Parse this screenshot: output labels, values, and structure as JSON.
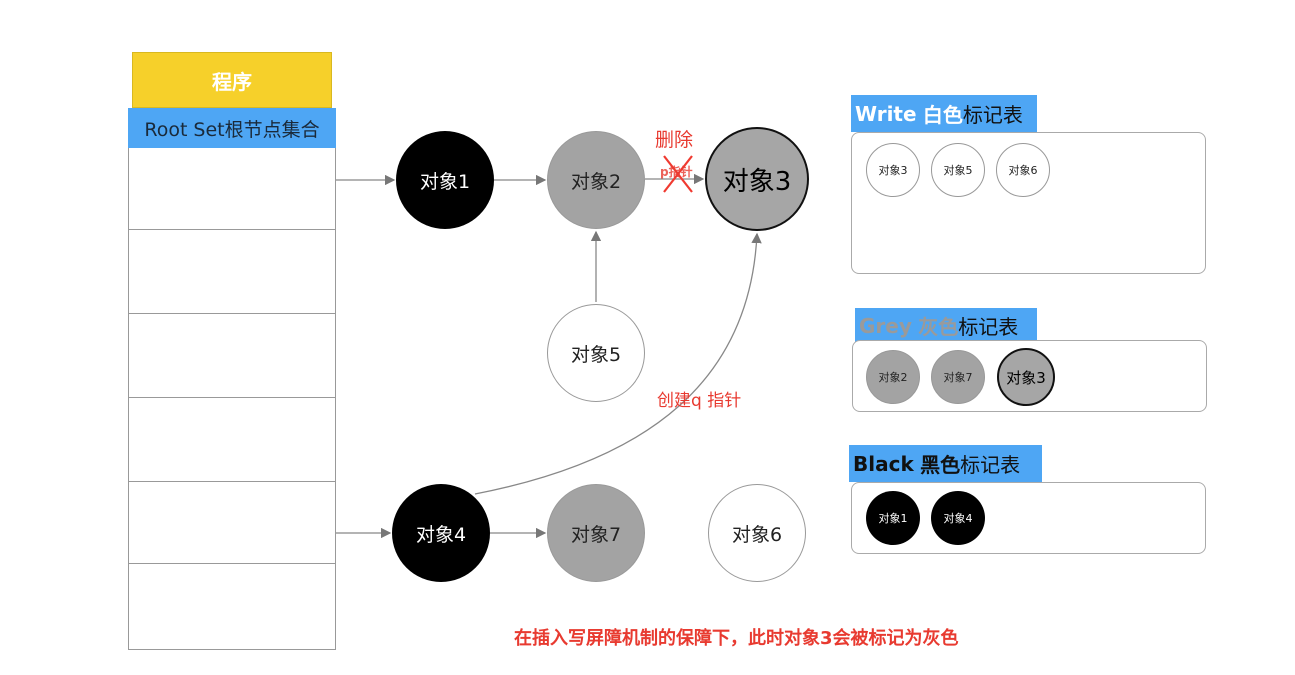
{
  "program_label": "程序",
  "root_set_label": "Root Set根节点集合",
  "nodes": {
    "o1": "对象1",
    "o2": "对象2",
    "o3": "对象3",
    "o4": "对象4",
    "o5": "对象5",
    "o6": "对象6",
    "o7": "对象7"
  },
  "annotations": {
    "delete": "删除",
    "p_pointer": "p指针",
    "create_q": "创建q 指针"
  },
  "tables": {
    "white": {
      "title_en": "Write",
      "title_cn": "白色",
      "title_suffix": "标记表",
      "items": [
        "对象3",
        "对象5",
        "对象6"
      ]
    },
    "grey": {
      "title_en": "Grey",
      "title_cn": "灰色",
      "title_suffix": "标记表",
      "items": [
        "对象2",
        "对象7",
        "对象3"
      ]
    },
    "black": {
      "title_en": "Black",
      "title_cn": "黑色",
      "title_suffix": "标记表",
      "items": [
        "对象1",
        "对象4"
      ]
    }
  },
  "caption": "在插入写屏障机制的保障下，此时对象3会被标记为灰色",
  "colors": {
    "accent_blue": "#4ea6f4",
    "program_yellow": "#f6d02a",
    "red": "#e83a30",
    "grey_node": "#a3a3a3"
  }
}
